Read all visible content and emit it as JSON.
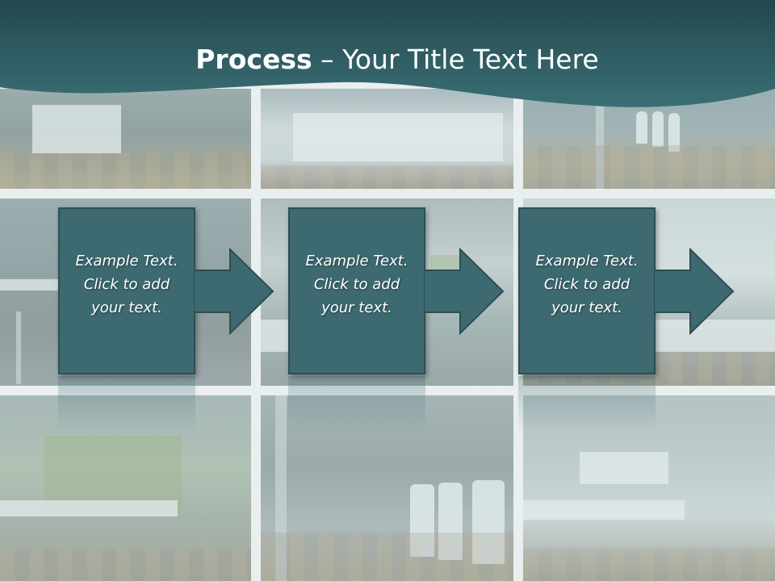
{
  "slide": {
    "title_bold": "Process",
    "title_rest": " – Your Title Text Here",
    "colors": {
      "header": "#33666c",
      "step_fill": "#3c6a70",
      "step_border": "#2d4e53",
      "text": "#ffffff"
    }
  },
  "steps": [
    {
      "lines": [
        "Example Text.",
        "Click  to add",
        "your text."
      ]
    },
    {
      "lines": [
        "Example Text.",
        "Click  to add",
        "your text."
      ]
    },
    {
      "lines": [
        "Example Text.",
        "Click  to add",
        "your text."
      ]
    }
  ]
}
